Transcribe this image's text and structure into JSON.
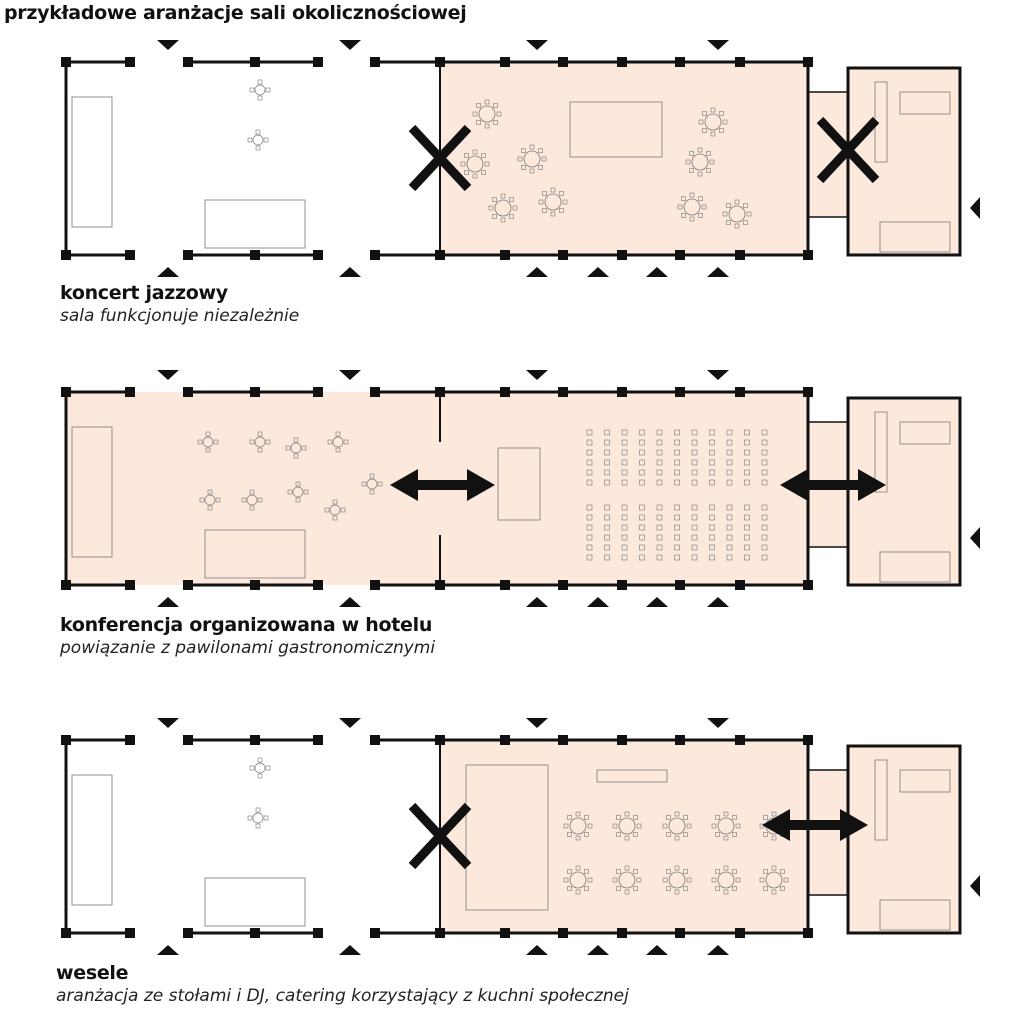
{
  "title": "przykładowe aranżacje sali okolicznościowej",
  "colors": {
    "hall_fill": "#fde9dc",
    "wall": "#111111",
    "furniture": "#777777"
  },
  "scenarios": [
    {
      "name": "koncert jazzowy",
      "subtitle": "sala funkcjonuje niezależnie",
      "layout": "concert",
      "shaded_left_wing": false,
      "connection_to_kitchen": "closed",
      "connection_to_west": "closed"
    },
    {
      "name": "konferencja organizowana w hotelu",
      "subtitle": "powiązanie z pawilonami gastronomicznymi",
      "layout": "conference",
      "shaded_left_wing": true,
      "connection_to_kitchen": "open",
      "connection_to_west": "open"
    },
    {
      "name": "wesele",
      "subtitle": "aranżacja ze stołami i DJ, catering korzystający z kuchni społecznej",
      "layout": "wedding",
      "shaded_left_wing": false,
      "connection_to_kitchen": "open",
      "connection_to_west": "closed"
    }
  ]
}
